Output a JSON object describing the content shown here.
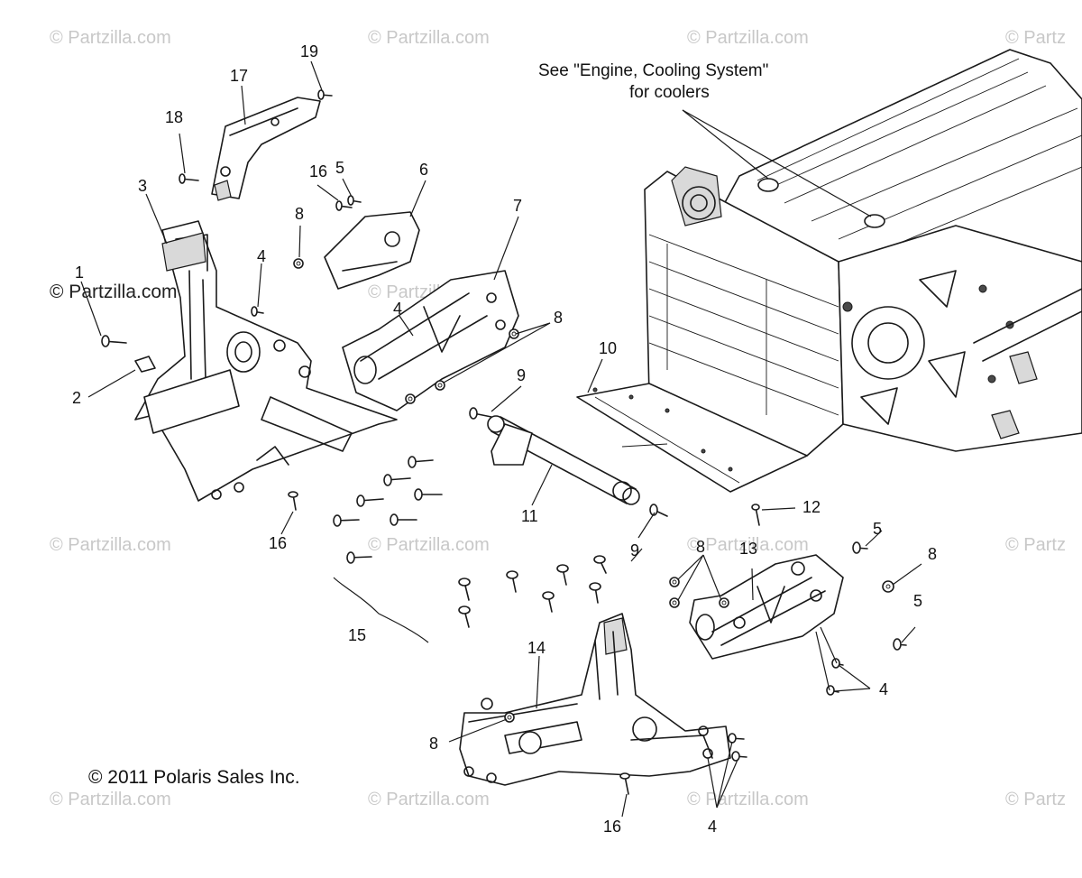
{
  "diagram": {
    "note_line1": "See \"Engine, Cooling System\"",
    "note_line2": "for coolers",
    "copyright": "© 2011 Polaris Sales Inc.",
    "watermark": "© Partzilla.com",
    "watermark_short": "© Partz",
    "watermark_bold": "© Partzilla.com",
    "callouts": {
      "c1": "1",
      "c2": "2",
      "c3": "3",
      "c4a": "4",
      "c4b": "4",
      "c4c": "4",
      "c4d": "4",
      "c5a": "5",
      "c5b": "5",
      "c5c": "5",
      "c6": "6",
      "c7": "7",
      "c8a": "8",
      "c8b": "8",
      "c8c": "8",
      "c8d": "8",
      "c8e": "8",
      "c9a": "9",
      "c9b": "9",
      "c10": "10",
      "c11": "11",
      "c12": "12",
      "c13": "13",
      "c14": "14",
      "c15": "15",
      "c16a": "16",
      "c16b": "16",
      "c16c": "16",
      "c17": "17",
      "c18": "18",
      "c19": "19"
    }
  }
}
